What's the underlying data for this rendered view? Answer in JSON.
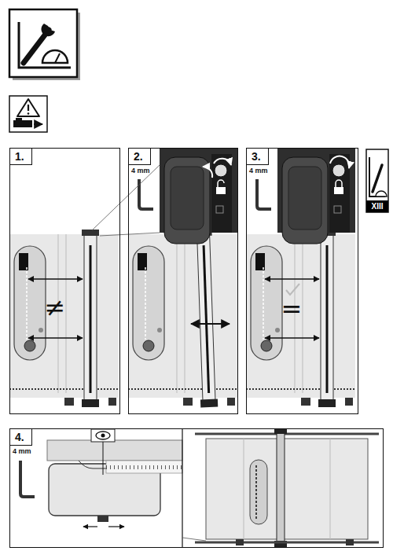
{
  "diagram": {
    "nodes": [
      {
        "text": [
          "1."
        ]
      },
      {
        "text": [
          "2."
        ]
      },
      {
        "text": [
          "4 mm"
        ],
        "in": 1
      },
      {
        "text": [
          "3."
        ]
      },
      {
        "text": [
          "4 mm"
        ],
        "in": 3
      },
      {
        "text": [
          "4."
        ]
      },
      {
        "text": [
          "4 mm"
        ],
        "in": 5
      }
    ],
    "labels": [
      "XIII",
      "≠",
      "="
    ]
  }
}
